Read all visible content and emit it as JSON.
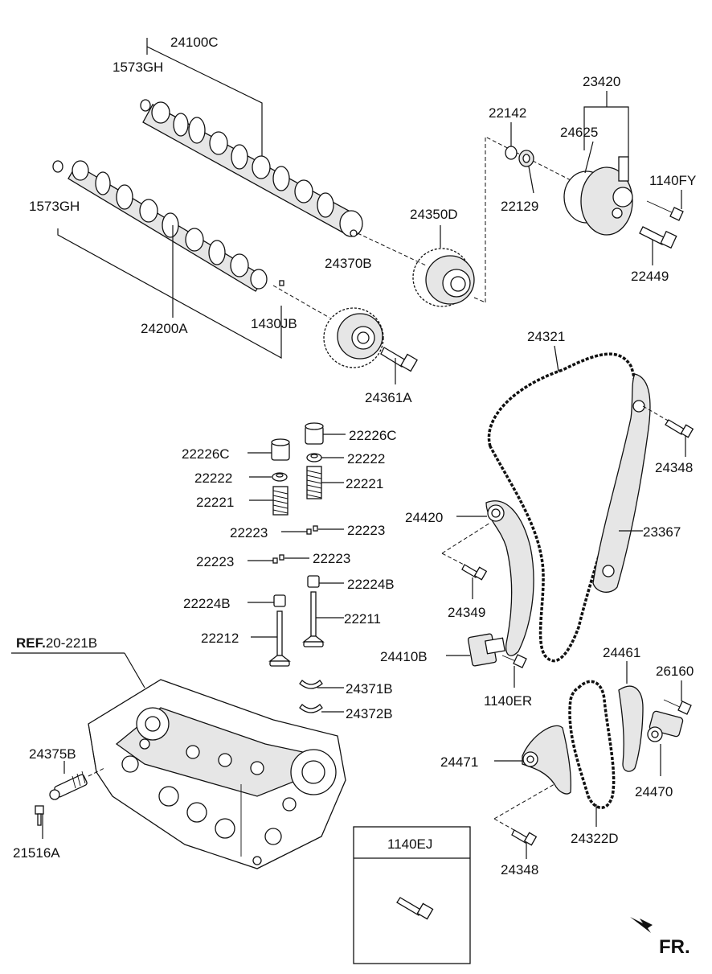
{
  "labels": {
    "camshaft_exhaust": "24100C",
    "plug_top": "1573GH",
    "plug_bottom": "1573GH",
    "camshaft_intake": "24200A",
    "pin": "1430JB",
    "sprocket_intake": "24370B",
    "bolt_sprocket": "24361A",
    "sprocket_exhaust": "24350D",
    "seal_22142": "22142",
    "seal_22129": "22129",
    "ocv_assy": "23420",
    "gasket": "24625",
    "bolt_1140fy": "1140FY",
    "bolt_22449": "22449",
    "timing_chain": "24321",
    "bolt_24348_top": "24348",
    "guide_23367": "23367",
    "guide_24420": "24420",
    "bolt_24349": "24349",
    "tensioner_24410b": "24410B",
    "bolt_1140er": "1140ER",
    "guide_24461": "24461",
    "bolt_26160": "26160",
    "tensioner_24470": "24470",
    "guide_24471": "24471",
    "chain_24322d": "24322D",
    "bolt_24348_bottom": "24348",
    "tappet_left": "22226C",
    "tappet_right": "22226C",
    "retainer_left": "22222",
    "retainer_right": "22222",
    "spring_left": "22221",
    "spring_right": "22221",
    "cotter_1": "22223",
    "cotter_2": "22223",
    "cotter_3": "22223",
    "cotter_4": "22223",
    "seal_left": "22224B",
    "seal_right": "22224B",
    "valve_exhaust": "22212",
    "valve_intake": "22211",
    "bearing_upper": "24371B",
    "bearing_lower": "24372B",
    "ref_bold": "REF.",
    "ref_code": "20-221B",
    "oil_valve": "24375B",
    "bolt_21516a": "21516A",
    "callout_box_title": "1140EJ",
    "front_marker": "FR."
  }
}
